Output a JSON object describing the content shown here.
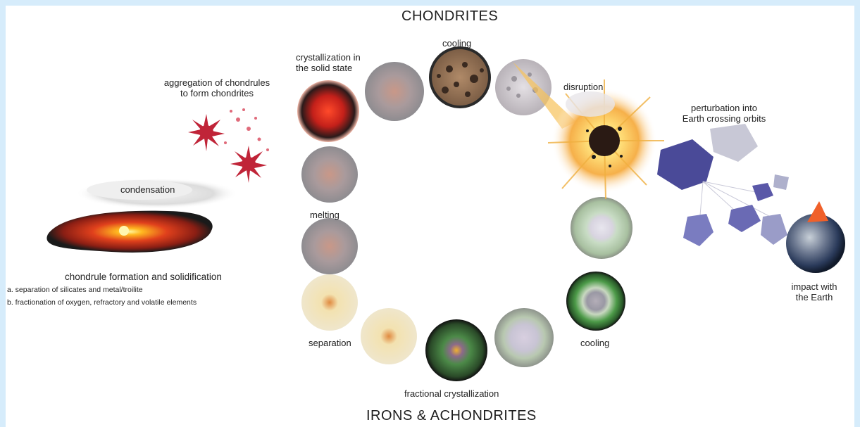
{
  "title_top": "CHONDRITES",
  "title_bottom": "IRONS & ACHONDRITES",
  "labels": {
    "cooling_top": "cooling",
    "crystallization_solid": [
      "crystallization in",
      "the solid state"
    ],
    "aggregation": [
      "aggregation of chondrules",
      "to form chondrites"
    ],
    "disruption": "disruption",
    "perturbation": [
      "perturbation into",
      "Earth crossing orbits"
    ],
    "condensation": "condensation",
    "melting": "melting",
    "chondrule_formation": "chondrule formation and solidification",
    "note_a": "a. separation of silicates and metal/troilite",
    "note_b": "b. fractionation of oxygen, refractory and volatile elements",
    "separation": "separation",
    "fractional_crystallization": "fractional crystallization",
    "cooling_bottom": "cooling",
    "impact": [
      "impact with",
      "the Earth"
    ]
  },
  "colors": {
    "background_frame": "#d6ecfb",
    "canvas": "#ffffff",
    "hot_core": "#e0281a",
    "asteroid_dark": "#1a1a1a",
    "green_mantle": "#3f8a3a",
    "fragments": "#5a55a8"
  }
}
